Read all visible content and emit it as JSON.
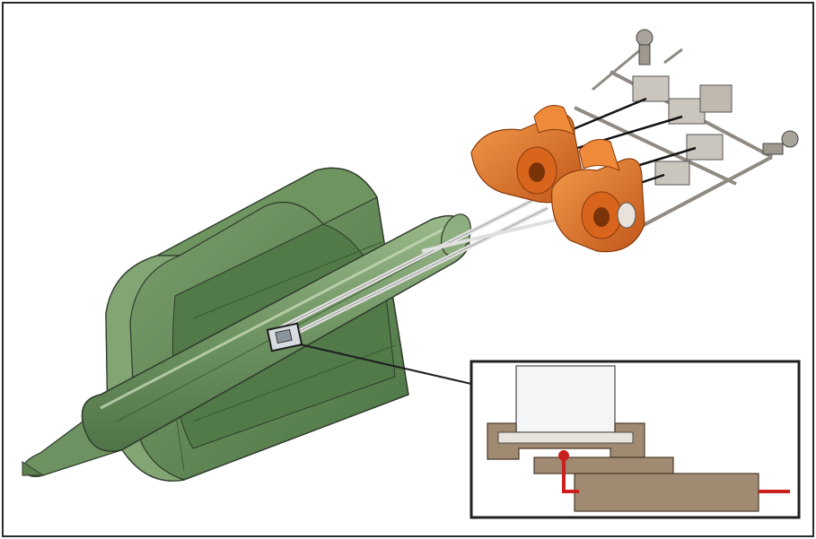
{
  "figure": {
    "kind": "3d-cutaway-illustration",
    "components": [
      {
        "name": "cylindrical-vessel-cutaway",
        "color": "#5f8a55"
      },
      {
        "name": "inner-tube",
        "color": "#7ea06f"
      },
      {
        "name": "rod-assembly",
        "color": "#d6d6d6"
      },
      {
        "name": "orange-drive-units",
        "color": "#e0701f"
      },
      {
        "name": "rear-support-frame",
        "color": "#b8b3aa"
      },
      {
        "name": "detail-inset",
        "color": "#a18a72"
      },
      {
        "name": "red-channel",
        "color": "#cc1f1f"
      }
    ],
    "colors": {
      "frame": "#2b2b2b",
      "outline": "#2e3a2b",
      "green_dark": "#4c7444",
      "green_mid": "#5f8a55",
      "green_light": "#88a978",
      "orange": "#e0701f",
      "orange_dark": "#b54f12",
      "tan": "#a18a72",
      "red": "#cc1f1f"
    }
  }
}
